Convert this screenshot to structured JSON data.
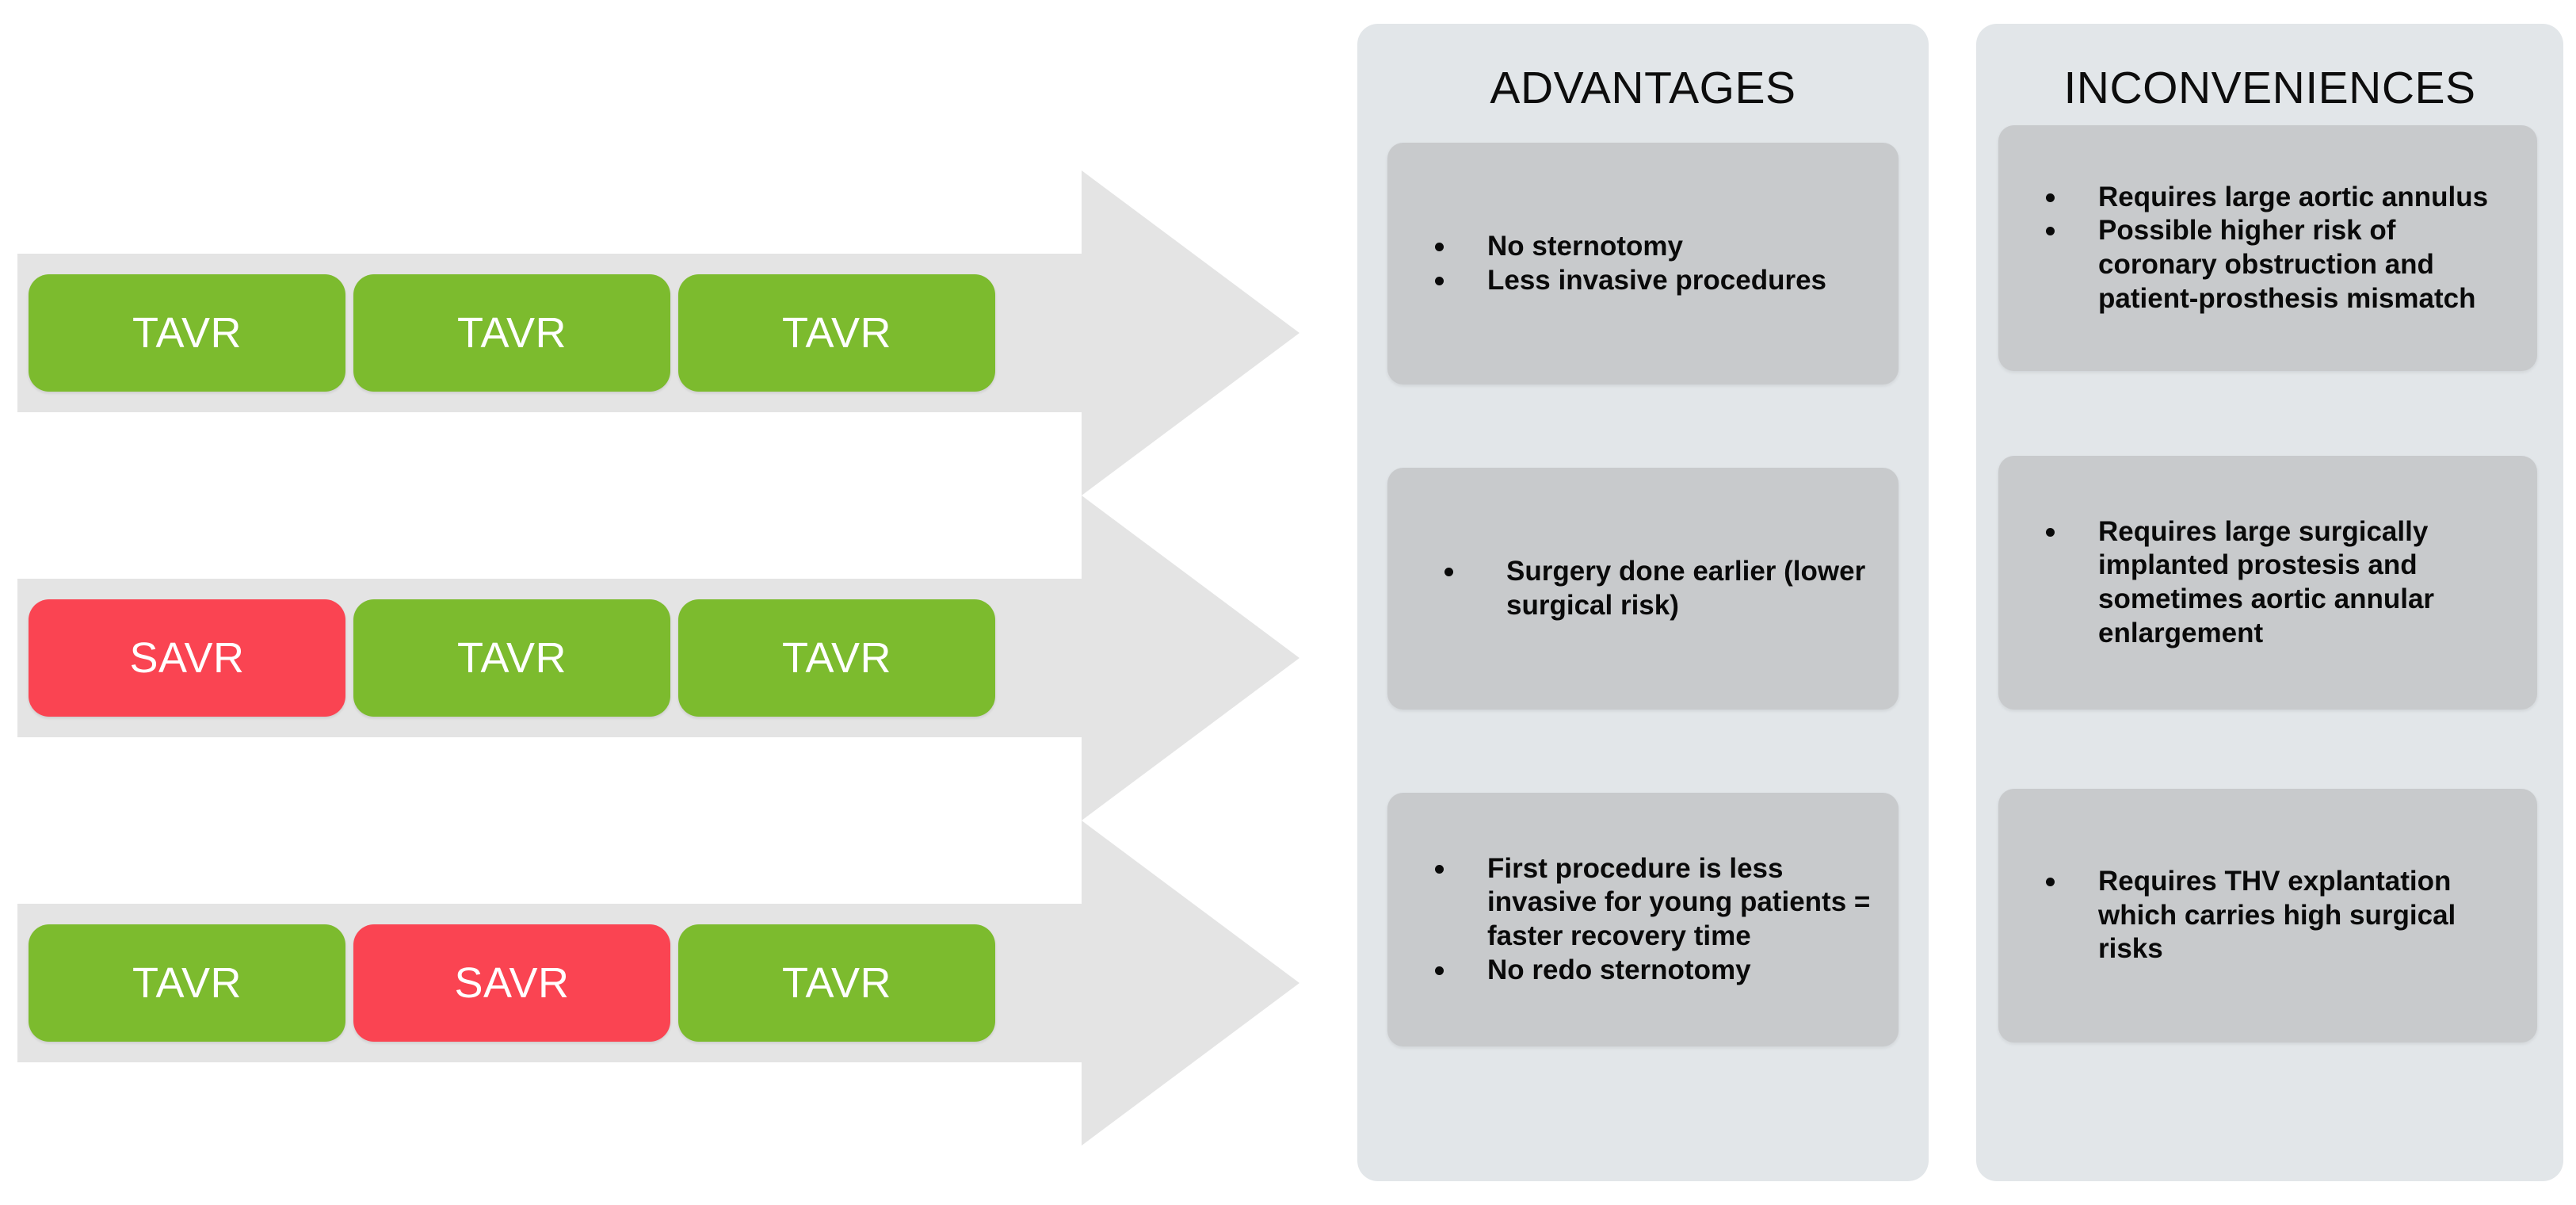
{
  "pathways": [
    {
      "id": "row-1",
      "steps": [
        {
          "label": "TAVR",
          "type": "tavr"
        },
        {
          "label": "TAVR",
          "type": "tavr"
        },
        {
          "label": "TAVR",
          "type": "tavr"
        }
      ]
    },
    {
      "id": "row-2",
      "steps": [
        {
          "label": "SAVR",
          "type": "savr"
        },
        {
          "label": "TAVR",
          "type": "tavr"
        },
        {
          "label": "TAVR",
          "type": "tavr"
        }
      ]
    },
    {
      "id": "row-3",
      "steps": [
        {
          "label": "TAVR",
          "type": "tavr"
        },
        {
          "label": "SAVR",
          "type": "savr"
        },
        {
          "label": "TAVR",
          "type": "tavr"
        }
      ]
    }
  ],
  "panels": {
    "advantages": {
      "title": "ADVANTAGES",
      "cells": [
        {
          "bullets": [
            "No sternotomy",
            "Less invasive procedures"
          ]
        },
        {
          "bullets": [
            "Surgery done earlier (lower surgical risk)"
          ]
        },
        {
          "bullets": [
            "First procedure is less invasive for young patients = faster recovery time",
            "No redo sternotomy"
          ]
        }
      ]
    },
    "inconveniences": {
      "title": "INCONVENIENCES",
      "cells": [
        {
          "bullets": [
            "Requires large aortic annulus",
            "Possible higher risk of coronary obstruction and patient-prosthesis mismatch"
          ]
        },
        {
          "bullets": [
            "Requires large surgically implanted prostesis and sometimes aortic annular enlargement"
          ]
        },
        {
          "bullets": [
            "Requires THV explantation which carries high surgical risks"
          ]
        }
      ]
    }
  },
  "colors": {
    "tavr_green": "#7CBB2E",
    "savr_red": "#FA4452",
    "arrow_grey": "#E4E4E4",
    "panel_bg": "#E2E6E9",
    "cell_bg": "#C8CACC"
  }
}
